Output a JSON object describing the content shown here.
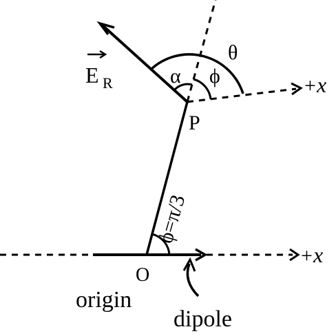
{
  "labels": {
    "field_vector": "E",
    "field_subscript": "R",
    "point": "P",
    "origin_point": "O",
    "origin": "origin",
    "dipole": "dipole",
    "angle_alpha": "α",
    "angle_phi_top": "ϕ",
    "angle_theta": "θ",
    "angle_phi_bottom": "ϕ=π/3",
    "axis_top_sign": "+",
    "axis_top_var": "x",
    "axis_bottom_sign": "+",
    "axis_bottom_var": "x"
  }
}
